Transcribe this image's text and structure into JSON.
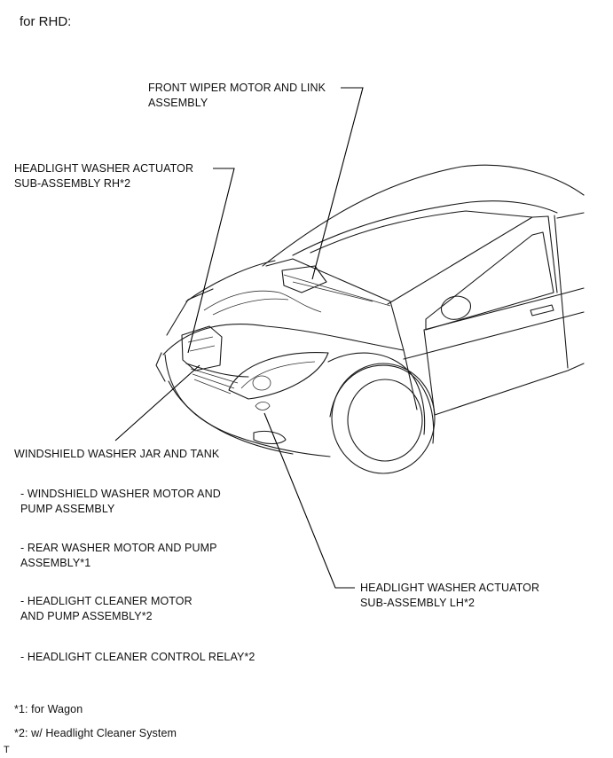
{
  "heading": "for RHD:",
  "labels": {
    "front_wiper": "FRONT WIPER MOTOR AND LINK\nASSEMBLY",
    "hl_washer_rh": "HEADLIGHT WASHER ACTUATOR\nSUB-ASSEMBLY RH*2",
    "washer_jar": "WINDSHIELD WASHER JAR AND TANK",
    "washer_motor": "- WINDSHIELD WASHER MOTOR AND\nPUMP ASSEMBLY",
    "rear_washer": "- REAR WASHER MOTOR AND PUMP\nASSEMBLY*1",
    "hl_cleaner_motor": "- HEADLIGHT CLEANER MOTOR\nAND PUMP ASSEMBLY*2",
    "hl_cleaner_relay": "- HEADLIGHT CLEANER CONTROL RELAY*2",
    "hl_washer_lh": "HEADLIGHT WASHER ACTUATOR\nSUB-ASSEMBLY LH*2"
  },
  "footnotes": {
    "note1": "*1: for Wagon",
    "note2": "*2: w/ Headlight Cleaner System"
  },
  "corner_mark": "T"
}
